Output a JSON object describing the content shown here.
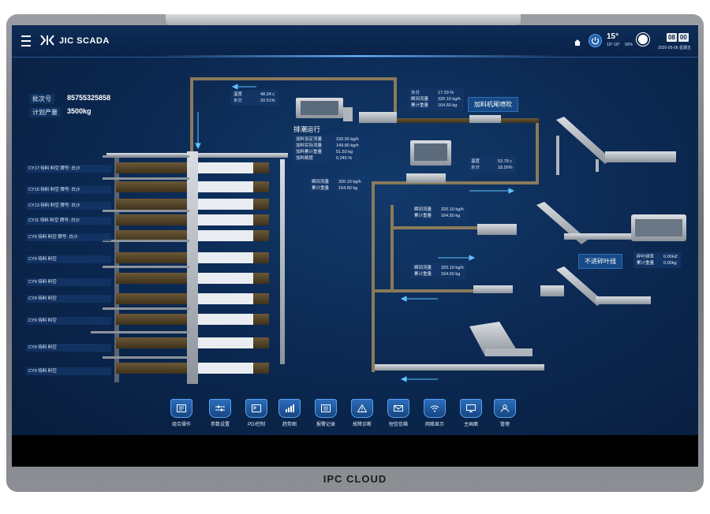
{
  "header": {
    "brand": "JIC SCADA",
    "temperature": "15°",
    "temp_range": "10°-18°",
    "humidity": "90%",
    "clock_hour": "08",
    "clock_minute": "00",
    "date": "2020-05-06 星期五"
  },
  "batch": {
    "batch_label": "批次号",
    "batch_value": "85755325858",
    "plan_label": "计划产量",
    "plan_value": "3500kg"
  },
  "bins": [
    {
      "label": "CY17  待料  料空   牌号: 白沙"
    },
    {
      "label": "CY15  待料  料空   牌号: 白沙"
    },
    {
      "label": "CY13  待料  料空   牌号: 白沙"
    },
    {
      "label": "CY11  待料  料空   牌号: 白沙"
    },
    {
      "label": "CY9   待料  料空   牌号: 白沙"
    },
    {
      "label": "CY9   待料  料空"
    },
    {
      "label": "CY9   待料  料空"
    },
    {
      "label": "CY9   待料  料空"
    },
    {
      "label": "CY9   待料  料空"
    },
    {
      "label": "CY9   待料  料空"
    },
    {
      "label": "CY9   待料  料空"
    }
  ],
  "dryer": {
    "temp_label": "温度",
    "temp_value": "48.34 c",
    "moist_label": "水分",
    "moist_value": "20.51%"
  },
  "discharge": {
    "title": "排潮运行",
    "rows": [
      {
        "k": "加料设定流量",
        "v": "150.00 kg/h"
      },
      {
        "k": "加料实际流量",
        "v": "149.80 kg/h"
      },
      {
        "k": "加料累计重量",
        "v": "51.50   kg"
      },
      {
        "k": "加料精度",
        "v": "0.245 %"
      }
    ]
  },
  "flow_mid": {
    "rows": [
      {
        "k": "瞬间流量",
        "v": "320.10 kg/h"
      },
      {
        "k": "累计重量",
        "v": "164.50 kg"
      }
    ]
  },
  "feeder_top": {
    "rows": [
      {
        "k": "水分",
        "v": "17.29 %"
      },
      {
        "k": "瞬间流量",
        "v": "320.10 kg/h"
      },
      {
        "k": "累计重量",
        "v": "164.50 kg"
      }
    ]
  },
  "feeder_tag": "加料机尾喷吹",
  "dryer2": {
    "rows": [
      {
        "k": "温度",
        "v": "53.78 c"
      },
      {
        "k": "水分",
        "v": "18.56%"
      }
    ]
  },
  "line2": {
    "rows": [
      {
        "k": "瞬间流量",
        "v": "320.10 kg/h"
      },
      {
        "k": "累计重量",
        "v": "164.50 kg"
      }
    ]
  },
  "line3": {
    "rows": [
      {
        "k": "瞬间流量",
        "v": "320.10 kg/h"
      },
      {
        "k": "累计重量",
        "v": "164.50 kg"
      }
    ]
  },
  "cutter_tag": "不进碎叶线",
  "cutter": {
    "rows": [
      {
        "k": "碎叶频率",
        "v": "0.00HZ"
      },
      {
        "k": "累计重量",
        "v": "0.00kg"
      }
    ]
  },
  "nav": [
    {
      "label": "组合操作",
      "icon": "list-icon"
    },
    {
      "label": "参数设置",
      "icon": "sliders-icon"
    },
    {
      "label": "PDI控制",
      "icon": "pdi-icon"
    },
    {
      "label": "趋势图",
      "icon": "chart-icon"
    },
    {
      "label": "报警记录",
      "icon": "log-icon"
    },
    {
      "label": "故障诊断",
      "icon": "warning-icon"
    },
    {
      "label": "短信信箱",
      "icon": "mail-icon"
    },
    {
      "label": "网络显示",
      "icon": "wifi-icon"
    },
    {
      "label": "主画面",
      "icon": "monitor-icon"
    },
    {
      "label": "管理",
      "icon": "admin-icon"
    }
  ],
  "footer_brand": "IPC CLOUD"
}
